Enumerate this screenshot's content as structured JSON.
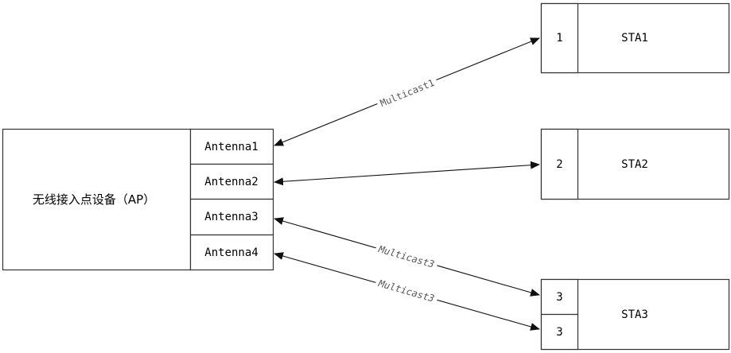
{
  "ap": {
    "label": "无线接入点设备（AP）",
    "antennas": [
      "Antenna1",
      "Antenna2",
      "Antenna3",
      "Antenna4"
    ]
  },
  "stations": [
    {
      "name": "STA1",
      "ports": [
        "1"
      ]
    },
    {
      "name": "STA2",
      "ports": [
        "2"
      ]
    },
    {
      "name": "STA3",
      "ports": [
        "3",
        "3"
      ]
    }
  ],
  "links": [
    {
      "from": "Antenna1",
      "to": "STA1 port 1",
      "label": "Multicast1"
    },
    {
      "from": "Antenna2",
      "to": "STA2 port 2",
      "label": ""
    },
    {
      "from": "Antenna3",
      "to": "STA3 port 3",
      "label": "Multicast3"
    },
    {
      "from": "Antenna4",
      "to": "STA3 port 3",
      "label": "Multicast3"
    }
  ]
}
